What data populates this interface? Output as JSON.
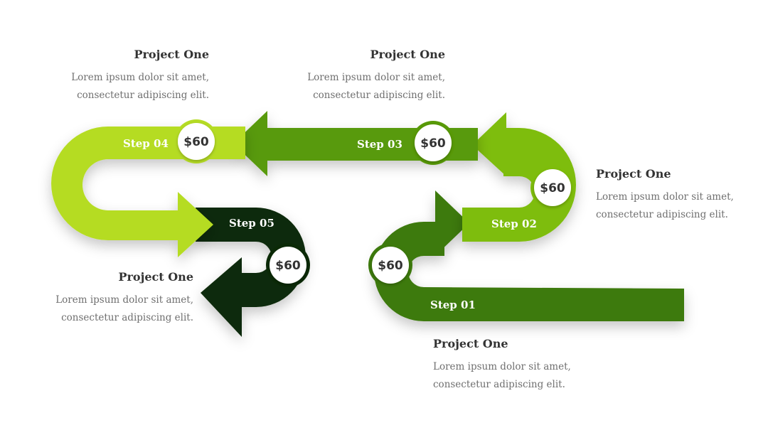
{
  "colors": {
    "lime_light": "#b5dc24",
    "lime": "#7ebd0b",
    "green_mid": "#589a07",
    "green_dark": "#3d7a0c",
    "forest": "#0b2a07"
  },
  "steps": [
    {
      "label": "Step 01",
      "price": "$60"
    },
    {
      "label": "Step 02",
      "price": "$60"
    },
    {
      "label": "Step 03",
      "price": "$60"
    },
    {
      "label": "Step 04",
      "price": "$60"
    },
    {
      "label": "Step 05",
      "price": "$60"
    }
  ],
  "texts": [
    {
      "title": "Project One",
      "line1": "Lorem ipsum dolor sit amet,",
      "line2": "consectetur adipiscing elit."
    },
    {
      "title": "Project One",
      "line1": "Lorem ipsum dolor sit amet,",
      "line2": "consectetur adipiscing elit."
    },
    {
      "title": "Project One",
      "line1": "Lorem ipsum dolor sit amet,",
      "line2": "consectetur adipiscing elit."
    },
    {
      "title": "Project One",
      "line1": "Lorem ipsum dolor sit amet,",
      "line2": "consectetur adipiscing elit."
    },
    {
      "title": "Project One",
      "line1": "Lorem ipsum dolor sit amet,",
      "line2": "consectetur adipiscing elit."
    }
  ]
}
